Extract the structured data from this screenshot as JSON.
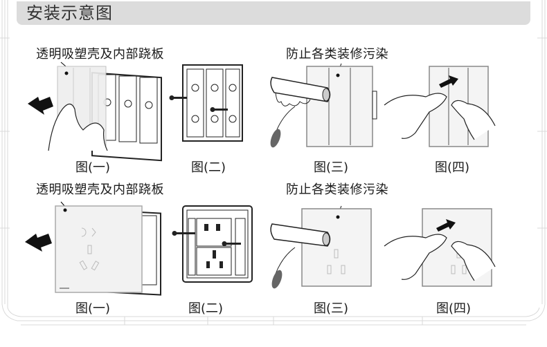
{
  "header": {
    "title": "安装示意图"
  },
  "rows": [
    {
      "type": "switch",
      "caption_left": "透明吸塑壳及内部跷板",
      "caption_right": "防止各类装修污染",
      "figures": [
        "图(一)",
        "图(二)",
        "图(三)",
        "图(四)"
      ]
    },
    {
      "type": "socket",
      "caption_left": "透明吸塑壳及内部跷板",
      "caption_right": "防止各类装修污染",
      "figures": [
        "图(一)",
        "图(二)",
        "图(三)",
        "图(四)"
      ]
    }
  ],
  "colors": {
    "header_bg": "#dcdcdc",
    "header_text": "#333333",
    "ink": "#1a1a1a"
  }
}
